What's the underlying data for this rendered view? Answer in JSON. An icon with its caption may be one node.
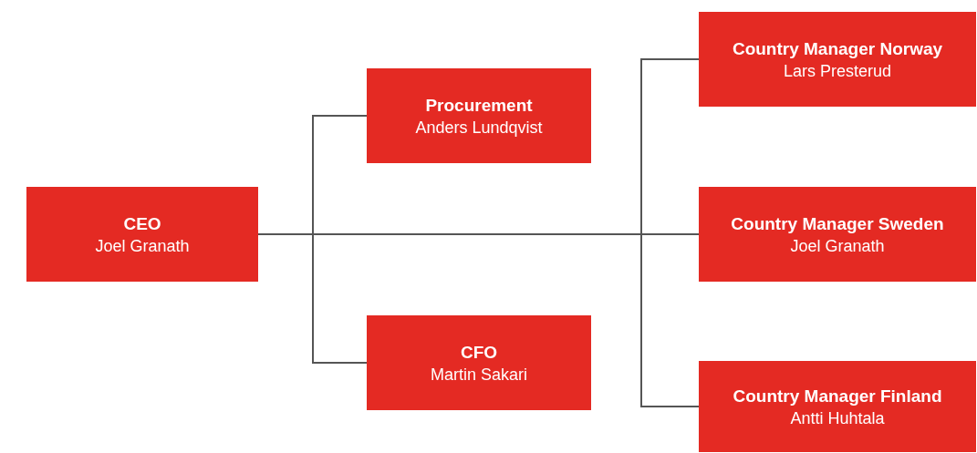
{
  "diagram": {
    "nodes": [
      {
        "text": [
          "CEO",
          "Joel Granath"
        ]
      },
      {
        "text": [
          "Procurement",
          "Anders Lundqvist"
        ]
      },
      {
        "text": [
          "CFO",
          "Martin Sakari"
        ]
      },
      {
        "text": [
          "Country Manager Norway",
          "Lars Presterud"
        ]
      },
      {
        "text": [
          "Country Manager Sweden",
          "Joel Granath"
        ]
      },
      {
        "text": [
          "Country Manager Finland",
          "Antti Huhtala"
        ]
      }
    ],
    "edges": [
      {
        "from": 0,
        "to": 1,
        "arrow": "none"
      },
      {
        "from": 0,
        "to": 2,
        "arrow": "none"
      },
      {
        "from": 0,
        "to": 3,
        "arrow": "none"
      },
      {
        "from": 0,
        "to": 4,
        "arrow": "none"
      },
      {
        "from": 0,
        "to": 5,
        "arrow": "none"
      }
    ]
  }
}
